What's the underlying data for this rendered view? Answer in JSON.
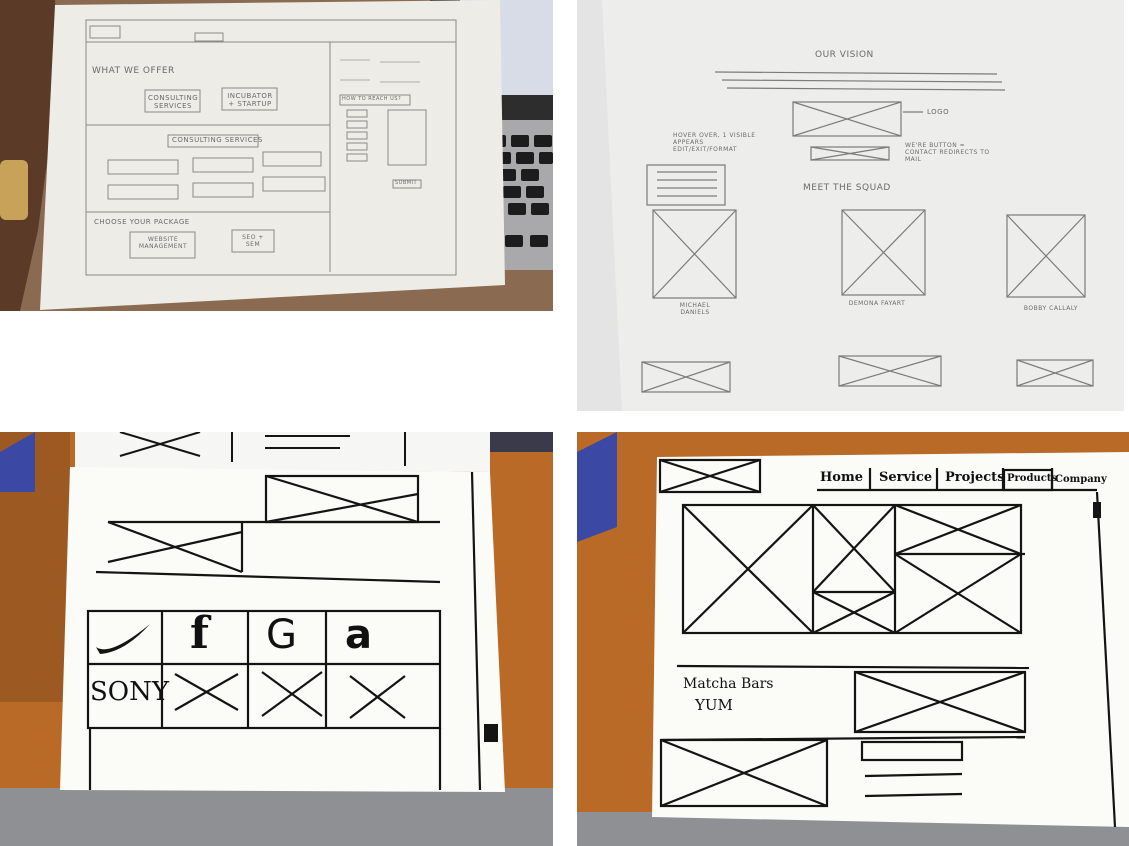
{
  "collage": {
    "panels": [
      {
        "id": "p1",
        "sketch": "What We Offer wireframe",
        "texts": {
          "what_we_offer": "WHAT WE OFFER",
          "consulting_services_btn": "CONSULTING SERVICES",
          "incubator_btn": "INCUBATOR + STARTUP",
          "consulting_services_heading": "CONSULTING SERVICES",
          "choose_package": "CHOOSE YOUR PACKAGE",
          "website_management": "WEBSITE MANAGEMENT",
          "seo_sem": "SEO + SEM",
          "how_to_reach": "HOW TO REACH US?",
          "submit": "SUBMIT"
        }
      },
      {
        "id": "p2",
        "sketch": "Our Vision / Meet the Squad wireframe",
        "texts": {
          "our_vision": "OUR VISION",
          "logo_note": "LOGO",
          "hover_note": "HOVER OVER, 1 VISIBLE APPEARS EDIT/EXIT/FORMAT",
          "button_note": "WE'RE BUTTON = CONTACT REDIRECTS TO MAIL",
          "meet_the_squad": "MEET THE SQUAD",
          "member_1": "MICHAEL DANIELS",
          "member_2": "DEMONA FAYART",
          "member_3": "BOBBY CALLALY"
        }
      },
      {
        "id": "p3",
        "sketch": "Client logos grid wireframe",
        "texts": {
          "logo_f": "f",
          "logo_g": "G",
          "logo_a": "a",
          "logo_sony": "SONY"
        }
      },
      {
        "id": "p4",
        "sketch": "Homepage hero wireframe",
        "texts": {
          "nav_home": "Home",
          "nav_service": "Service",
          "nav_projects": "Projects",
          "nav_products": "Products",
          "nav_company": "Company",
          "product_name": "Matcha Bars",
          "product_tagline": "YUM"
        }
      }
    ]
  },
  "colors": {
    "paper": "#f1f0ec",
    "paper_white": "#fbfbf8",
    "wood": "#b5651d",
    "wood_dark": "#7a4a1c",
    "laptop": "#2b2b2b",
    "floor_gray": "#8f9094",
    "pencil": "#6d6d6d",
    "marker": "#141414",
    "blue_folder": "#3c4aa6"
  }
}
